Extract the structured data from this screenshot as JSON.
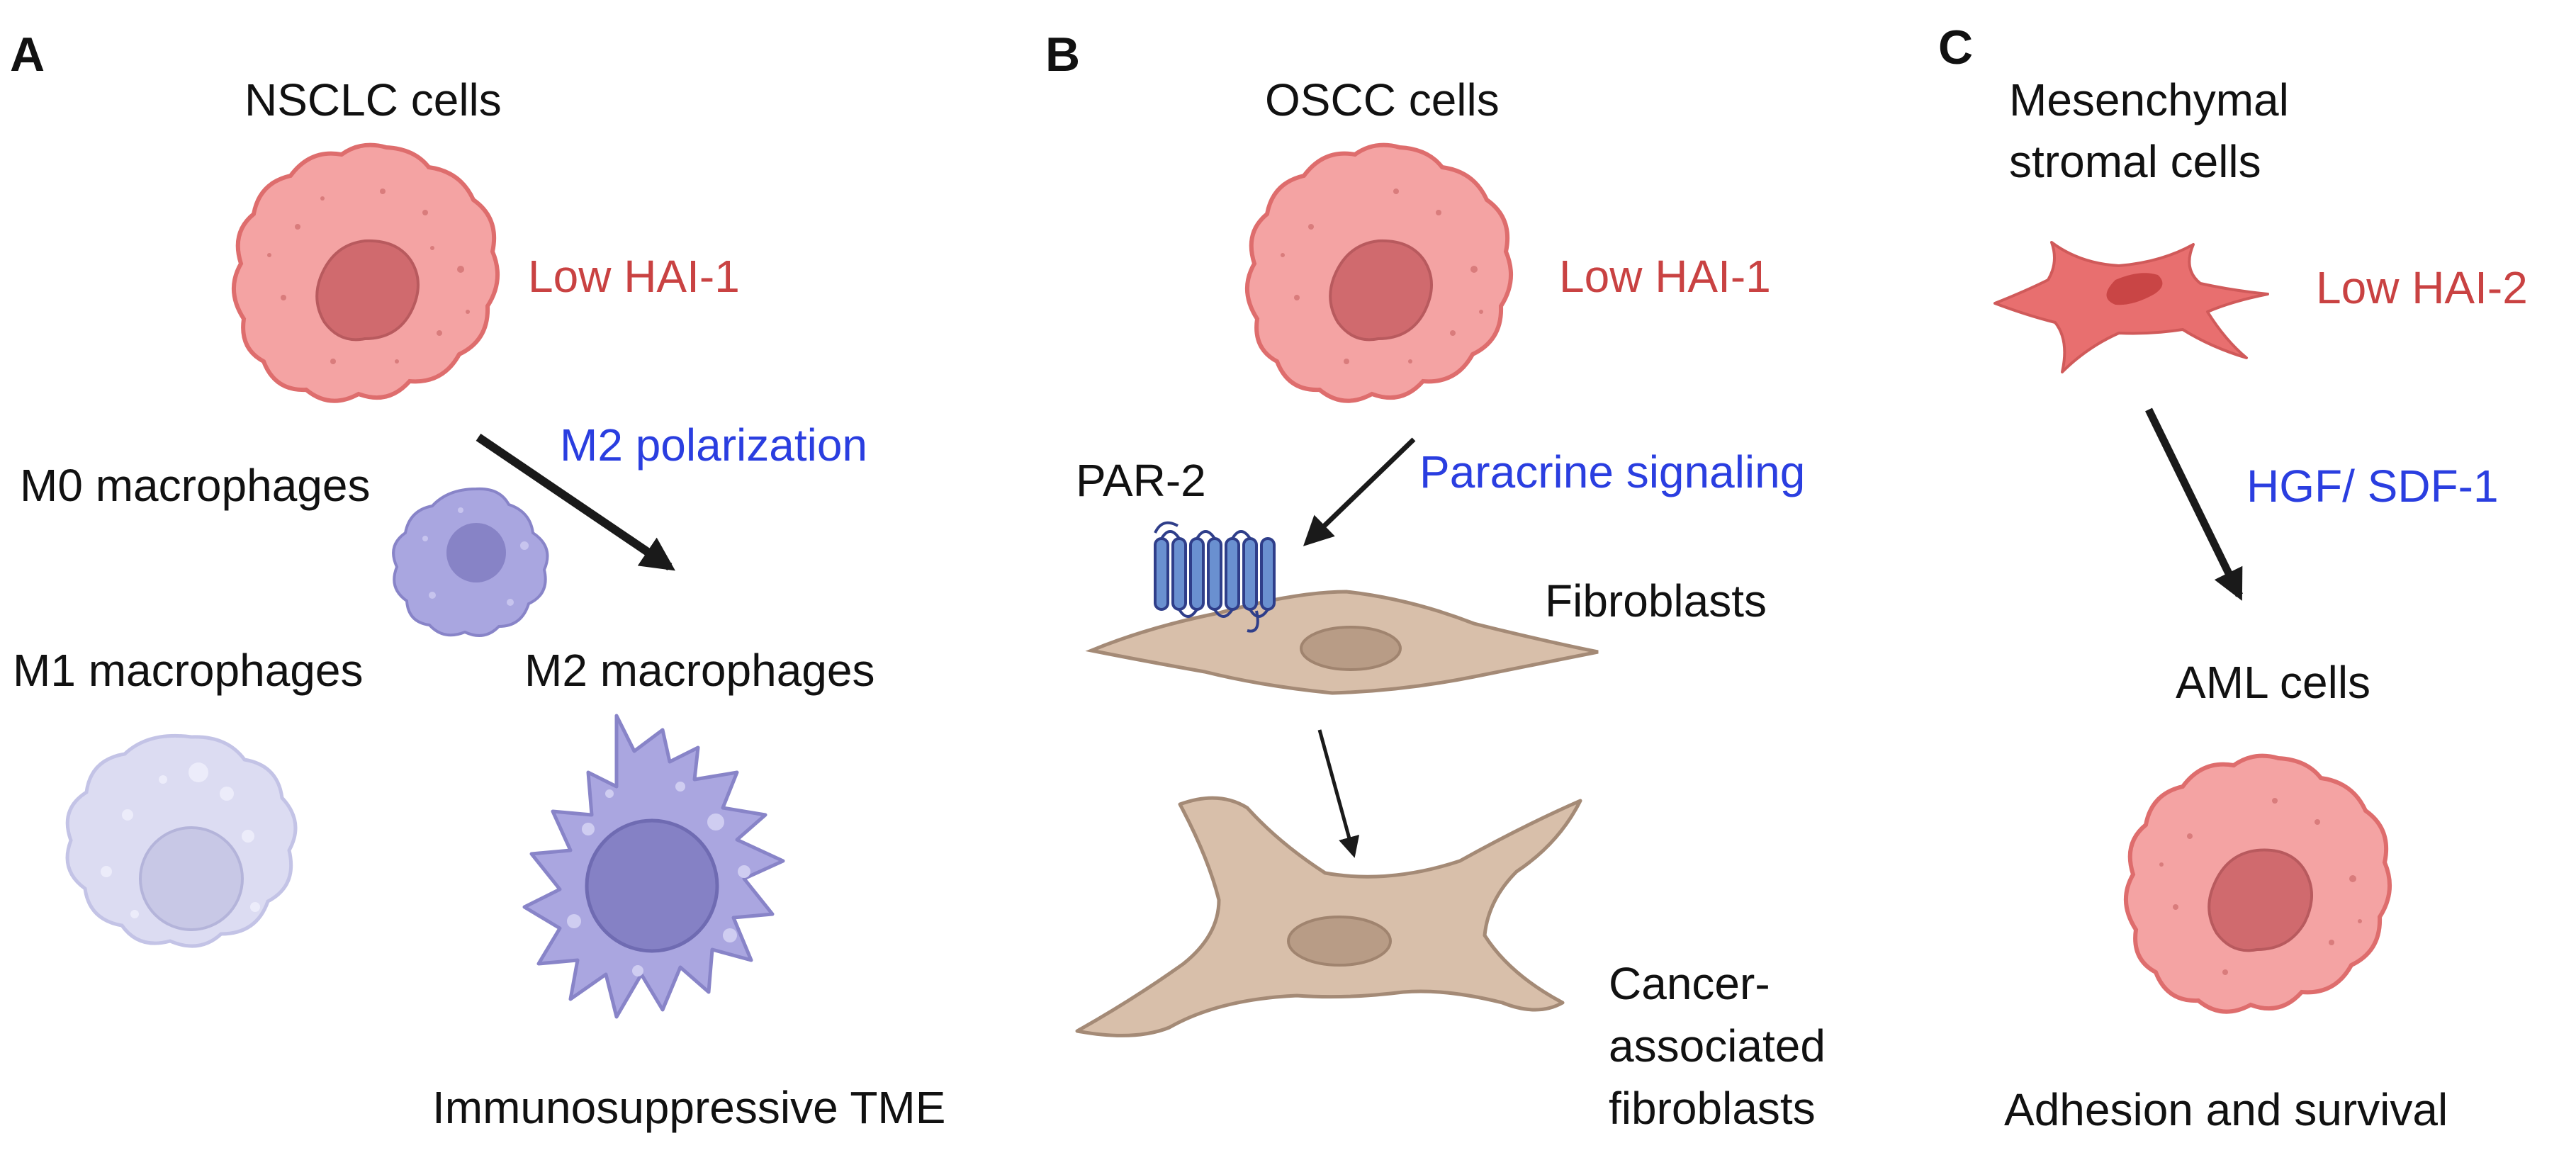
{
  "panels": {
    "a": {
      "letter": "A",
      "nsclc_cells": "NSCLC cells",
      "low_hai": "Low HAI-1",
      "m2_polarization": "M2 polarization",
      "m0_macrophages": "M0 macrophages",
      "m1_macrophages": "M1 macrophages",
      "m2_macrophages": "M2 macrophages",
      "immunosuppressive_tme": "Immunosuppressive TME"
    },
    "b": {
      "letter": "B",
      "oscc_cells": "OSCC cells",
      "low_hai": "Low HAI-1",
      "par2": "PAR-2",
      "paracrine_signaling": "Paracrine signaling",
      "fibroblasts": "Fibroblasts",
      "caf_line1": "Cancer-",
      "caf_line2": "associated",
      "caf_line3": "fibroblasts"
    },
    "c": {
      "letter": "C",
      "msc_line1": "Mesenchymal",
      "msc_line2": "stromal cells",
      "low_hai": "Low HAI-2",
      "hgf_sdf": "HGF/ SDF-1",
      "aml_cells": "AML cells",
      "adhesion_survival": "Adhesion and survival"
    }
  },
  "colors": {
    "tumor_cell": "#f4a3a3",
    "tumor_outline": "#de6d6d",
    "tumor_nucleus": "#d06a6e",
    "macrophage_m0": "#a9a6e0",
    "macrophage_m1": "#dcdcf2",
    "macrophage_m2": "#aaa6e0",
    "fibroblast": "#d8bfaa",
    "receptor": "#6a90d0",
    "red_text": "#c94242",
    "blue_text": "#2a3ee0",
    "arrow": "#1a1a1a"
  }
}
